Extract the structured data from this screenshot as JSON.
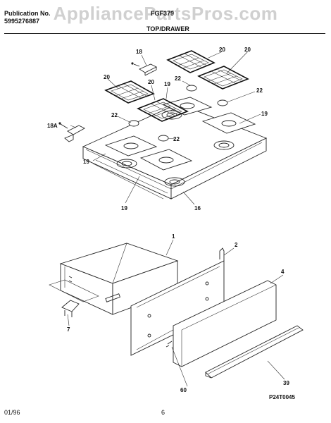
{
  "header": {
    "publication_label": "Publication No.",
    "publication_number": "5995276887",
    "model": "FGF379",
    "section_title": "TOP/DRAWER",
    "watermark": "AppliancePartsPros.com"
  },
  "callouts": {
    "c1": "1",
    "c2": "2",
    "c4": "4",
    "c7": "7",
    "c16": "16",
    "c18": "18",
    "c18a": "18A",
    "c19": "19",
    "c20": "20",
    "c22": "22",
    "c39": "39",
    "c60": "60"
  },
  "diagram_id": "P24T0045",
  "footer": {
    "date": "01/96",
    "page": "6"
  }
}
